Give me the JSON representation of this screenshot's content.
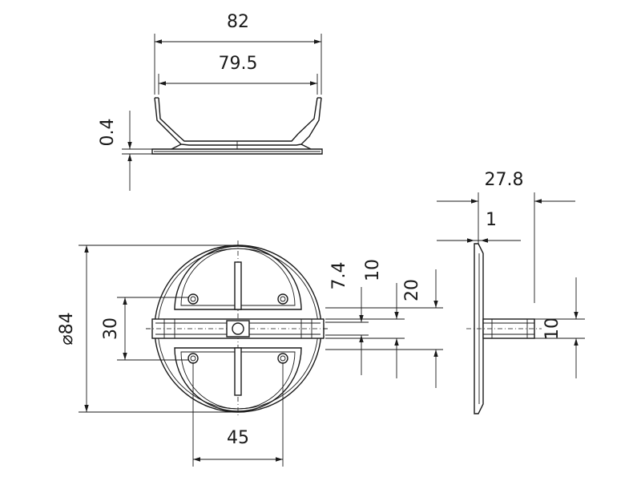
{
  "dimensions": {
    "width_82": "82",
    "width_79_5": "79.5",
    "thickness_0_4": "0.4",
    "length_27_8": "27.8",
    "offset_1": "1",
    "diameter_84": "⌀84",
    "height_30": "30",
    "width_45": "45",
    "gap_7_4": "7.4",
    "slot_10": "10",
    "slot_20": "20",
    "pin_10": "10"
  },
  "colors": {
    "line": "#1a1a1a",
    "background": "#ffffff"
  }
}
